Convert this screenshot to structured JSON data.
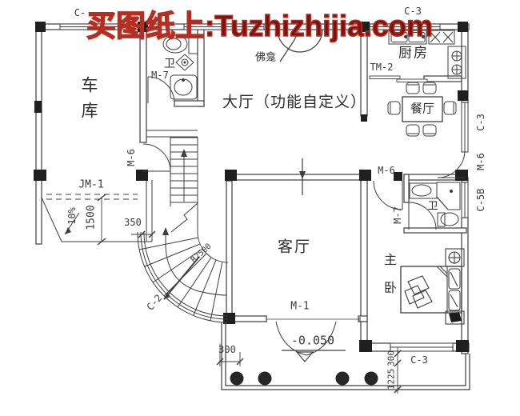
{
  "watermark": {
    "text": "买图纸上:Tuzhizhijia.com"
  },
  "labels": {
    "garage_top": "车",
    "garage_bottom": "库",
    "bath": "卫",
    "hall": "大厅（功能自定义）",
    "shrine": "佛龛",
    "kitchen": "厨房",
    "dining": "餐厅",
    "living": "客厅",
    "master_top": "主",
    "master_bottom": "卧",
    "door_m1": "M-1",
    "door_m6": "M-6",
    "door_m7": "M-7",
    "door_jm1": "JM-1",
    "door_tm2": "TM-2",
    "window_top_left": "C-",
    "window_c2": "C-2",
    "window_c3": "C-3",
    "window_c5b": "C-5B",
    "dim_1500": "1500",
    "dim_350": "350",
    "dim_300": "300",
    "dim_1225": "1225",
    "slope": "10%",
    "stair_radius": "R2500",
    "elevation": "-0.050"
  },
  "colors": {
    "line": "#3d3d3d",
    "column": "#1f1f1f",
    "watermark_fill": "#7c120d",
    "watermark_outline": "#b92d20",
    "background": "#ffffff"
  }
}
